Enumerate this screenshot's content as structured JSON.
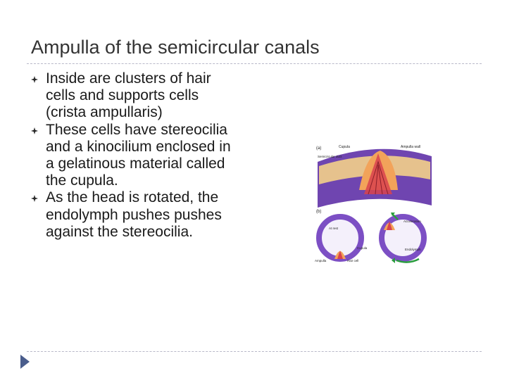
{
  "slide": {
    "title": "Ampulla of the semicircular canals",
    "bullets": [
      "Inside are clusters of hair cells and supports cells (crista ampullaris)",
      "These cells have stereocilia and a kinocilium enclosed in a gelatinous material called the cupula.",
      "As the head is rotated, the endolymph pushes pushes against the stereocilia."
    ],
    "bullet_icon": "ornament-bullet-icon",
    "nav_icon": "triangle-arrow-icon"
  },
  "figure": {
    "panel_a": {
      "marker": "(a)",
      "labels": {
        "cupula": "Cupula",
        "ampulla_wall": "Ampulla wall",
        "semicircular_duct": "Semicircular duct"
      }
    },
    "panel_b": {
      "marker": "(b)",
      "labels": {
        "at_rest": "At rest",
        "acceleration": "Acceleration",
        "cupula": "Cupula",
        "ampulla": "Ampulla",
        "hair_cell": "Hair cell",
        "endolymph": "Endolymph"
      }
    }
  },
  "colors": {
    "title": "#333333",
    "rule": "#b9b9c9",
    "bullet": "#2b2b2b",
    "nav_arrow": "#4a5d8c",
    "tissue_purple": "#6f45b0",
    "cupula_orange": "#f2a35a",
    "arrow_green": "#2a9d3e"
  }
}
